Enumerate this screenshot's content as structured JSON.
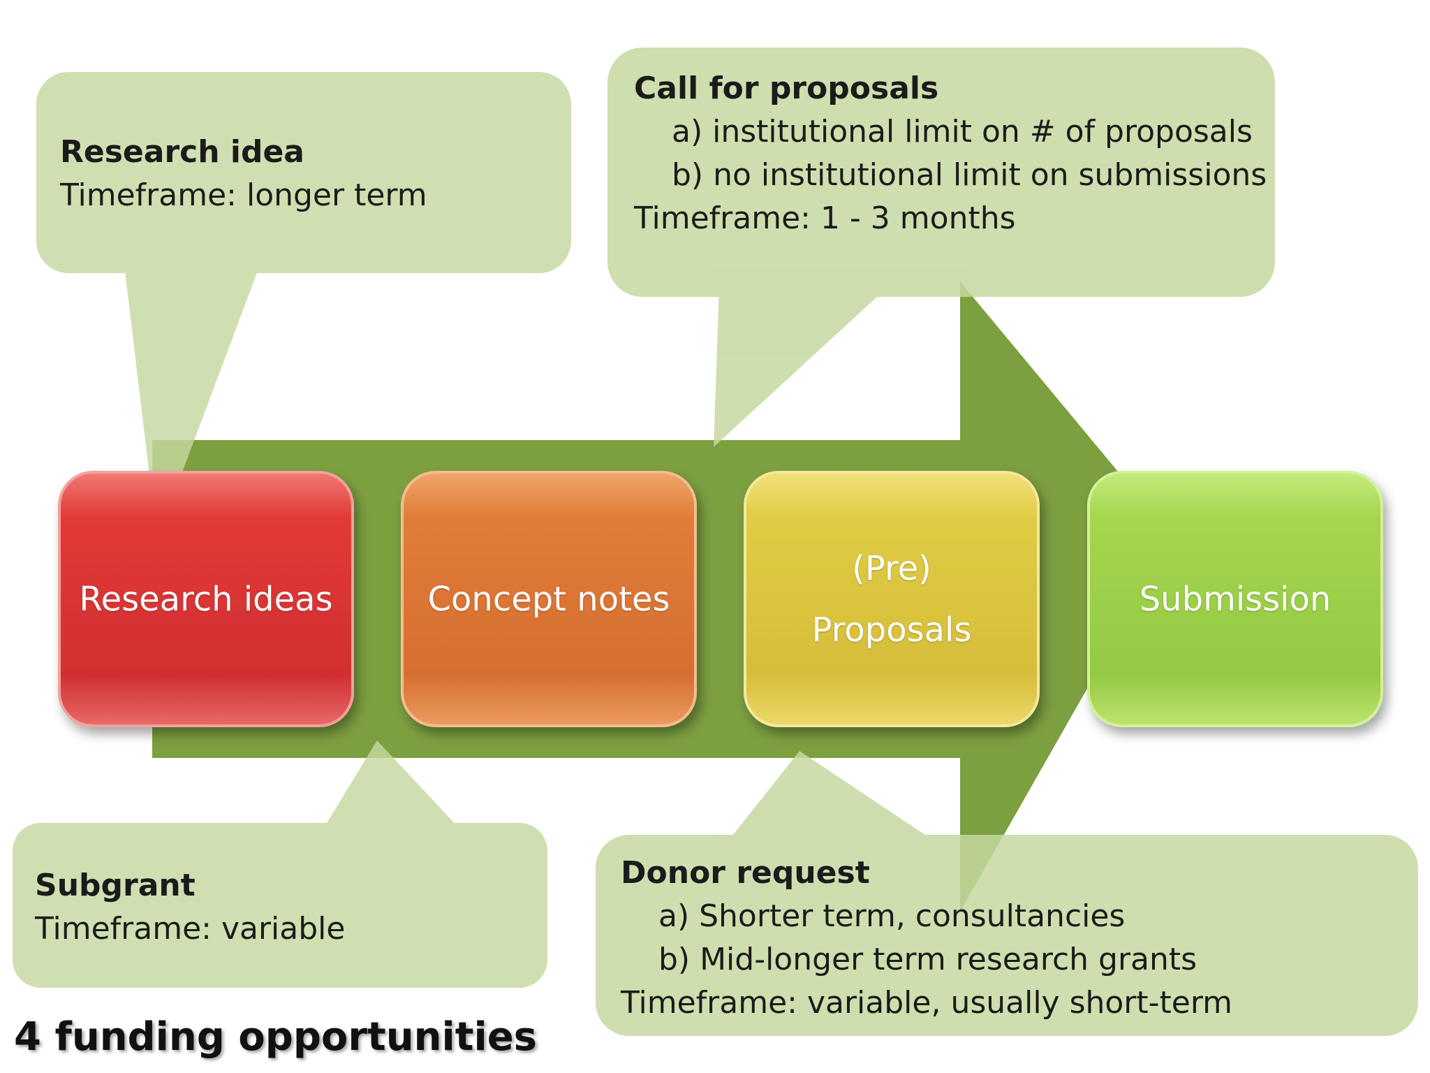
{
  "diagram": {
    "stages": [
      {
        "lines": [
          "Research ideas"
        ],
        "color": "#d93634"
      },
      {
        "lines": [
          "Concept notes"
        ],
        "color": "#e07a38"
      },
      {
        "lines": [
          "(Pre)",
          "Proposals"
        ],
        "color": "#dcc53f"
      },
      {
        "lines": [
          "Submission"
        ],
        "color": "#9fd24a"
      }
    ],
    "arrow_color": "#7c9f40",
    "callout_color": "#c6d8a0"
  },
  "callouts": {
    "research_idea": {
      "title": "Research idea",
      "timeframe": "Timeframe: longer term"
    },
    "call_for_proposals": {
      "title": "Call for proposals",
      "items": [
        "a) institutional limit on # of proposals",
        "b) no institutional limit on submissions"
      ],
      "timeframe": "Timeframe: 1 - 3 months"
    },
    "subgrant": {
      "title": "Subgrant",
      "timeframe": "Timeframe: variable"
    },
    "donor_request": {
      "title": "Donor request",
      "items": [
        "a) Shorter term, consultancies",
        "b) Mid-longer term research grants"
      ],
      "timeframe": "Timeframe: variable, usually short-term"
    }
  },
  "footer": {
    "title": "4 funding opportunities"
  }
}
